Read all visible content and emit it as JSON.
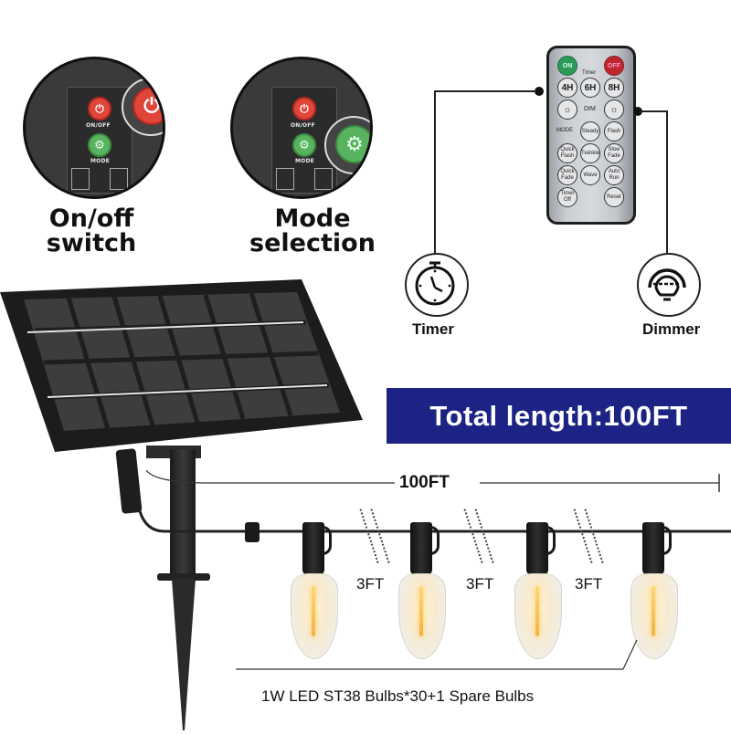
{
  "features": {
    "onoff": {
      "caption_line1": "On/off",
      "caption_line2": "switch",
      "button_label": "ON/OFF",
      "zoom_label": "ON/OFF",
      "mode_label": "MODE"
    },
    "mode": {
      "caption_line1": "Mode",
      "caption_line2": "selection",
      "button_label": "ON/OFF",
      "mode_label": "MODE",
      "zoom_label": "MODE"
    }
  },
  "remote": {
    "on": "ON",
    "off": "OFF",
    "timer_label": "Timer",
    "timer_buttons": [
      "4H",
      "6H",
      "8H"
    ],
    "dim_label": "DIM",
    "dim_down": "☼",
    "dim_up": "☼",
    "mode_label": "MODE",
    "mode_buttons": [
      "Steady",
      "Flash",
      "Quick Flash",
      "Twinkle",
      "Slow Fade",
      "Quick Fade",
      "Wave",
      "Auto Run",
      "Timer Off",
      "Reset"
    ]
  },
  "callouts": {
    "timer": {
      "label": "Timer",
      "icon": "stopwatch-icon"
    },
    "dimmer": {
      "label": "Dimmer",
      "icon": "dimmer-bulb-icon"
    }
  },
  "banner": {
    "text": "Total length:100FT",
    "bg_color": "#1c2385"
  },
  "dimension": {
    "total": "100FT",
    "spacing": [
      "3FT",
      "3FT",
      "3FT"
    ]
  },
  "bottom_caption": "1W LED ST38 Bulbs*30+1 Spare Bulbs",
  "colors": {
    "power_red": "#e0453a",
    "mode_green": "#58b35e",
    "remote_on": "#2e9a5a",
    "remote_off": "#c0272d"
  }
}
